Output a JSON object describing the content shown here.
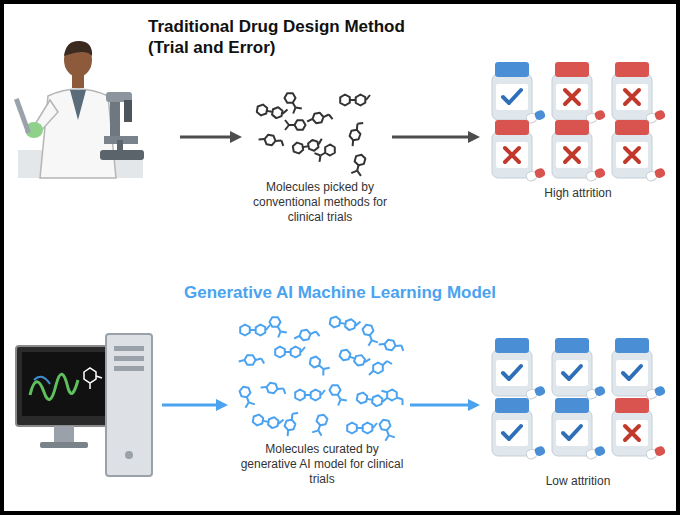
{
  "diagram": {
    "nodes": [
      {
        "text": [
          "Molecules picked by conventional methods for clinical trials"
        ]
      },
      {
        "text": [
          "High attrition"
        ]
      },
      {
        "text": [
          "Molecules curated by generative AI model for clinical trials"
        ]
      },
      {
        "text": [
          "Low attrition"
        ]
      }
    ],
    "edges": [
      {
        "from": 0,
        "to": 1,
        "arrow": "to"
      },
      {
        "from": 2,
        "to": 3,
        "arrow": "to"
      }
    ],
    "labels": [
      "Traditional Drug Design Method (Trial and Error)",
      "Generative AI Machine Learning Model"
    ]
  }
}
